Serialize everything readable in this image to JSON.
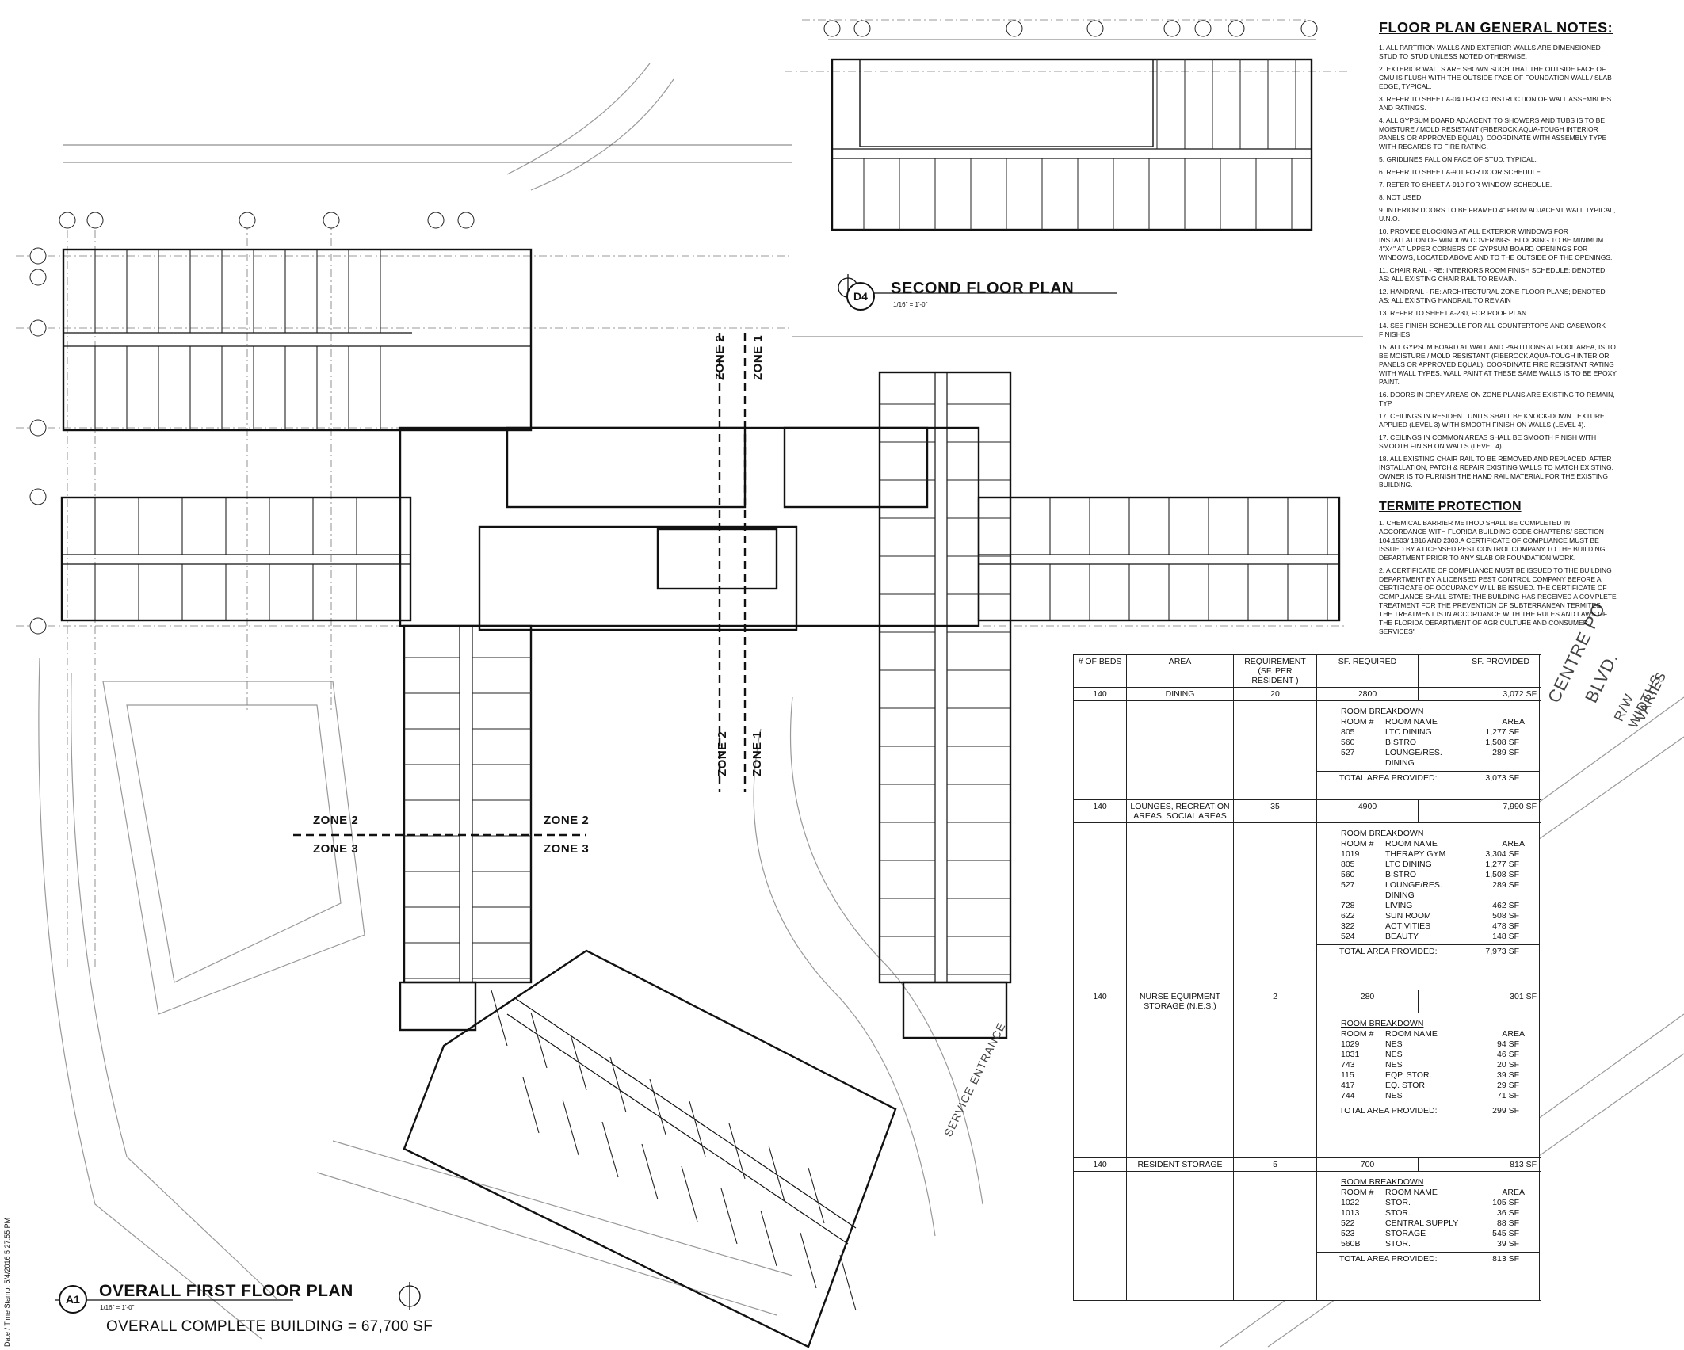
{
  "drawing": {
    "main_view_tag": "A1",
    "main_title": "OVERALL FIRST FLOOR PLAN",
    "main_scale": "1/16\" = 1'-0\"",
    "building_area": "OVERALL COMPLETE BUILDING = 67,700 SF",
    "second_view_tag": "D4",
    "second_title": "SECOND FLOOR PLAN",
    "second_scale": "1/16\" = 1'-0\"",
    "street_line1": "CENTRE PO",
    "street_line2": "BLVD.",
    "street_line3": "R/W WIDTHS",
    "street_line4": "VARIES",
    "service_entrance": "SERVICE ENTRANCE",
    "timestamp": "Date / Time Stamp: 5/4/2016 5:27:55 PM",
    "zones": {
      "zone1": "ZONE 1",
      "zone2": "ZONE 2",
      "zone3": "ZONE 3"
    }
  },
  "general_notes": {
    "title": "FLOOR PLAN GENERAL NOTES:",
    "items": [
      "1. ALL PARTITION WALLS AND EXTERIOR WALLS ARE DIMENSIONED STUD TO STUD UNLESS NOTED OTHERWISE.",
      "2. EXTERIOR WALLS ARE SHOWN SUCH THAT THE OUTSIDE FACE OF CMU IS FLUSH WITH THE OUTSIDE FACE OF FOUNDATION WALL / SLAB EDGE, TYPICAL.",
      "3. REFER TO SHEET A-040 FOR CONSTRUCTION OF WALL ASSEMBLIES AND RATINGS.",
      "4. ALL GYPSUM BOARD ADJACENT TO SHOWERS AND TUBS IS TO BE MOISTURE / MOLD RESISTANT (FIBEROCK AQUA-TOUGH INTERIOR PANELS OR APPROVED EQUAL). COORDINATE WITH ASSEMBLY TYPE WITH REGARDS TO FIRE RATING.",
      "5. GRIDLINES FALL ON FACE OF STUD, TYPICAL.",
      "6. REFER TO SHEET A-901 FOR DOOR SCHEDULE.",
      "7. REFER TO SHEET A-910 FOR WINDOW SCHEDULE.",
      "8. NOT USED.",
      "9. INTERIOR DOORS TO BE FRAMED 4\" FROM ADJACENT WALL TYPICAL, U.N.O.",
      "10. PROVIDE BLOCKING AT ALL EXTERIOR WINDOWS FOR INSTALLATION OF WINDOW COVERINGS. BLOCKING TO BE MINIMUM 4\"X4\" AT UPPER CORNERS OF GYPSUM BOARD OPENINGS FOR WINDOWS, LOCATED ABOVE AND TO THE OUTSIDE OF THE OPENINGS.",
      "11. CHAIR RAIL - RE: INTERIORS ROOM FINISH SCHEDULE; DENOTED AS: ALL EXISTING CHAIR RAIL TO REMAIN.",
      "12. HANDRAIL - RE: ARCHITECTURAL ZONE FLOOR PLANS; DENOTED AS: ALL EXISTING HANDRAIL TO REMAIN",
      "13. REFER TO SHEET A-230, FOR ROOF PLAN",
      "14. SEE FINISH SCHEDULE FOR ALL COUNTERTOPS AND CASEWORK FINISHES.",
      "15. ALL GYPSUM BOARD AT WALL AND PARTITIONS AT POOL AREA, IS TO BE MOISTURE / MOLD RESISTANT (FIBEROCK AQUA-TOUGH INTERIOR PANELS OR APPROVED EQUAL). COORDINATE FIRE RESISTANT RATING WITH WALL TYPES. WALL PAINT AT THESE SAME WALLS IS TO BE EPOXY PAINT.",
      "16. DOORS IN GREY AREAS ON ZONE PLANS ARE EXISTING TO REMAIN, TYP.",
      "17. CEILINGS IN RESIDENT UNITS SHALL BE KNOCK-DOWN TEXTURE APPLIED (LEVEL 3) WITH SMOOTH FINISH ON WALLS (LEVEL 4).",
      "17. CEILINGS IN COMMON AREAS SHALL BE SMOOTH FINISH WITH SMOOTH FINISH ON WALLS (LEVEL 4).",
      "18. ALL EXISTING CHAIR RAIL TO BE REMOVED AND REPLACED. AFTER INSTALLATION, PATCH & REPAIR EXISTING WALLS TO MATCH EXISTING. OWNER IS TO FURNISH THE HAND RAIL MATERIAL FOR THE EXISTING BUILDING."
    ]
  },
  "termite": {
    "title": "TERMITE PROTECTION",
    "items": [
      "1. CHEMICAL BARRIER METHOD SHALL BE COMPLETED IN ACCORDANCE WITH FLORIDA BUILDING CODE CHAPTERS/ SECTION 104.1503/ 1816 AND 2303.A CERTIFICATE OF COMPLIANCE MUST BE ISSUED BY A LICENSED PEST CONTROL COMPANY TO THE BUILDING DEPARTMENT PRIOR TO ANY SLAB OR FOUNDATION WORK.",
      "2. A CERTIFICATE OF COMPLIANCE MUST BE ISSUED TO THE BUILDING DEPARTMENT BY A LICENSED PEST CONTROL COMPANY BEFORE A CERTIFICATE OF OCCUPANCY WILL BE ISSUED. THE CERTIFICATE OF COMPLIANCE SHALL STATE: THE BUILDING HAS RECEIVED A COMPLETE TREATMENT FOR THE PREVENTION OF SUBTERRANEAN TERMITES. THE TREATMENT IS IN ACCORDANCE WITH THE RULES AND LAWS OF THE FLORIDA DEPARTMENT OF AGRICULTURE AND CONSUMER SERVICES\""
    ]
  },
  "area_table": {
    "headers": {
      "beds": "# OF BEDS",
      "area": "AREA",
      "req_per": "REQUIREMENT (SF. PER RESIDENT )",
      "sf_req": "SF. REQUIRED",
      "sf_prov": "SF. PROVIDED"
    },
    "breakdown_title": "ROOM BREAKDOWN",
    "breakdown_head": {
      "num": "ROOM #",
      "name": "ROOM NAME",
      "area": "AREA"
    },
    "total_label": "TOTAL AREA PROVIDED:",
    "sections": [
      {
        "beds": "140",
        "area": "DINING",
        "req": "20",
        "required": "2800",
        "provided": "3,072 SF",
        "rooms": [
          [
            "805",
            "LTC DINING",
            "1,277 SF"
          ],
          [
            "560",
            "BISTRO",
            "1,508 SF"
          ],
          [
            "527",
            "LOUNGE/RES. DINING",
            "289 SF"
          ]
        ],
        "total": "3,073 SF"
      },
      {
        "beds": "140",
        "area": "LOUNGES, RECREATION AREAS, SOCIAL AREAS",
        "req": "35",
        "required": "4900",
        "provided": "7,990 SF",
        "rooms": [
          [
            "1019",
            "THERAPY GYM",
            "3,304 SF"
          ],
          [
            "805",
            "LTC DINING",
            "1,277 SF"
          ],
          [
            "560",
            "BISTRO",
            "1,508 SF"
          ],
          [
            "527",
            "LOUNGE/RES. DINING",
            "289 SF"
          ],
          [
            "728",
            "LIVING",
            "462 SF"
          ],
          [
            "622",
            "SUN ROOM",
            "508 SF"
          ],
          [
            "322",
            "ACTIVITIES",
            "478 SF"
          ],
          [
            "524",
            "BEAUTY",
            "148 SF"
          ]
        ],
        "total": "7,973 SF"
      },
      {
        "beds": "140",
        "area": "NURSE EQUIPMENT STORAGE (N.E.S.)",
        "req": "2",
        "required": "280",
        "provided": "301 SF",
        "rooms": [
          [
            "1029",
            "NES",
            "94 SF"
          ],
          [
            "1031",
            "NES",
            "46 SF"
          ],
          [
            "743",
            "NES",
            "20 SF"
          ],
          [
            "115",
            "EQP. STOR.",
            "39 SF"
          ],
          [
            "417",
            "EQ. STOR",
            "29 SF"
          ],
          [
            "744",
            "NES",
            "71 SF"
          ]
        ],
        "total": "299 SF"
      },
      {
        "beds": "140",
        "area": "RESIDENT STORAGE",
        "req": "5",
        "required": "700",
        "provided": "813 SF",
        "rooms": [
          [
            "1022",
            "STOR.",
            "105 SF"
          ],
          [
            "1013",
            "STOR.",
            "36 SF"
          ],
          [
            "522",
            "CENTRAL SUPPLY",
            "88 SF"
          ],
          [
            "523",
            "STORAGE",
            "545 SF"
          ],
          [
            "560B",
            "STOR.",
            "39 SF"
          ]
        ],
        "total": "813 SF"
      }
    ]
  }
}
